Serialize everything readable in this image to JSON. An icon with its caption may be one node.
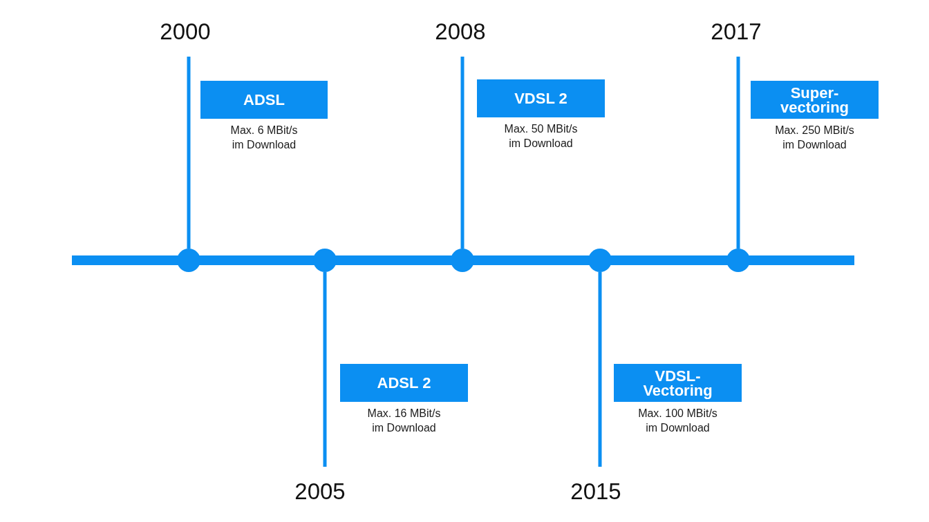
{
  "diagram": {
    "nodes": [
      {
        "text": [
          "2000"
        ]
      },
      {
        "text": [
          "ADSL"
        ],
        "beside": [
          "Max. 6 MBit/s im Download"
        ]
      },
      {
        "text": [],
        "shape": "circle"
      },
      {
        "text": [
          "2005"
        ]
      },
      {
        "text": [
          "ADSL 2"
        ],
        "beside": [
          "Max. 16 MBit/s im Download"
        ]
      },
      {
        "text": [],
        "shape": "circle"
      },
      {
        "text": [
          "2008"
        ]
      },
      {
        "text": [
          "VDSL 2"
        ],
        "beside": [
          "Max. 50 MBit/s im Download"
        ]
      },
      {
        "text": [],
        "shape": "circle"
      },
      {
        "text": [
          "2015"
        ]
      },
      {
        "text": [
          "VDSL-Vectoring"
        ],
        "beside": [
          "Max. 100 MBit/s im Download"
        ]
      },
      {
        "text": [],
        "shape": "circle"
      },
      {
        "text": [
          "2017"
        ]
      },
      {
        "text": [
          "Super-vectoring"
        ],
        "beside": [
          "Max. 250 MBit/s im Download"
        ]
      },
      {
        "text": [],
        "shape": "circle"
      }
    ],
    "edges": [
      {
        "from": 2,
        "to": 0,
        "arrow": "none"
      },
      {
        "from": 5,
        "to": 3,
        "arrow": "none"
      },
      {
        "from": 8,
        "to": 6,
        "arrow": "none"
      },
      {
        "from": 11,
        "to": 9,
        "arrow": "none"
      },
      {
        "from": 14,
        "to": 12,
        "arrow": "none"
      }
    ]
  }
}
